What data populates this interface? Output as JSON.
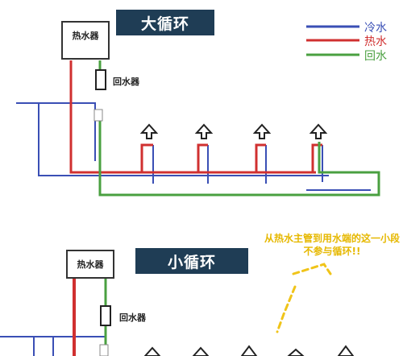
{
  "legend": [
    {
      "label": "冷水",
      "color": "#3a4fb5"
    },
    {
      "label": "热水",
      "color": "#d03030"
    },
    {
      "label": "回水",
      "color": "#4aa040"
    }
  ],
  "top": {
    "title": "大循环",
    "heater_label": "热水器",
    "pump_label": "回水器"
  },
  "bottom": {
    "title": "小循环",
    "heater_label": "热水器",
    "pump_label": "回水器",
    "note": "从热水主管到用水端的这一小段不参与循环!!"
  },
  "colors": {
    "cold": "#3a4fb5",
    "hot": "#d03030",
    "return": "#4aa040",
    "title_bg": "#1f3d55",
    "note": "#e6b800"
  },
  "icons": [
    "outlet-arrow-icon",
    "pump-icon",
    "valve-icon"
  ]
}
